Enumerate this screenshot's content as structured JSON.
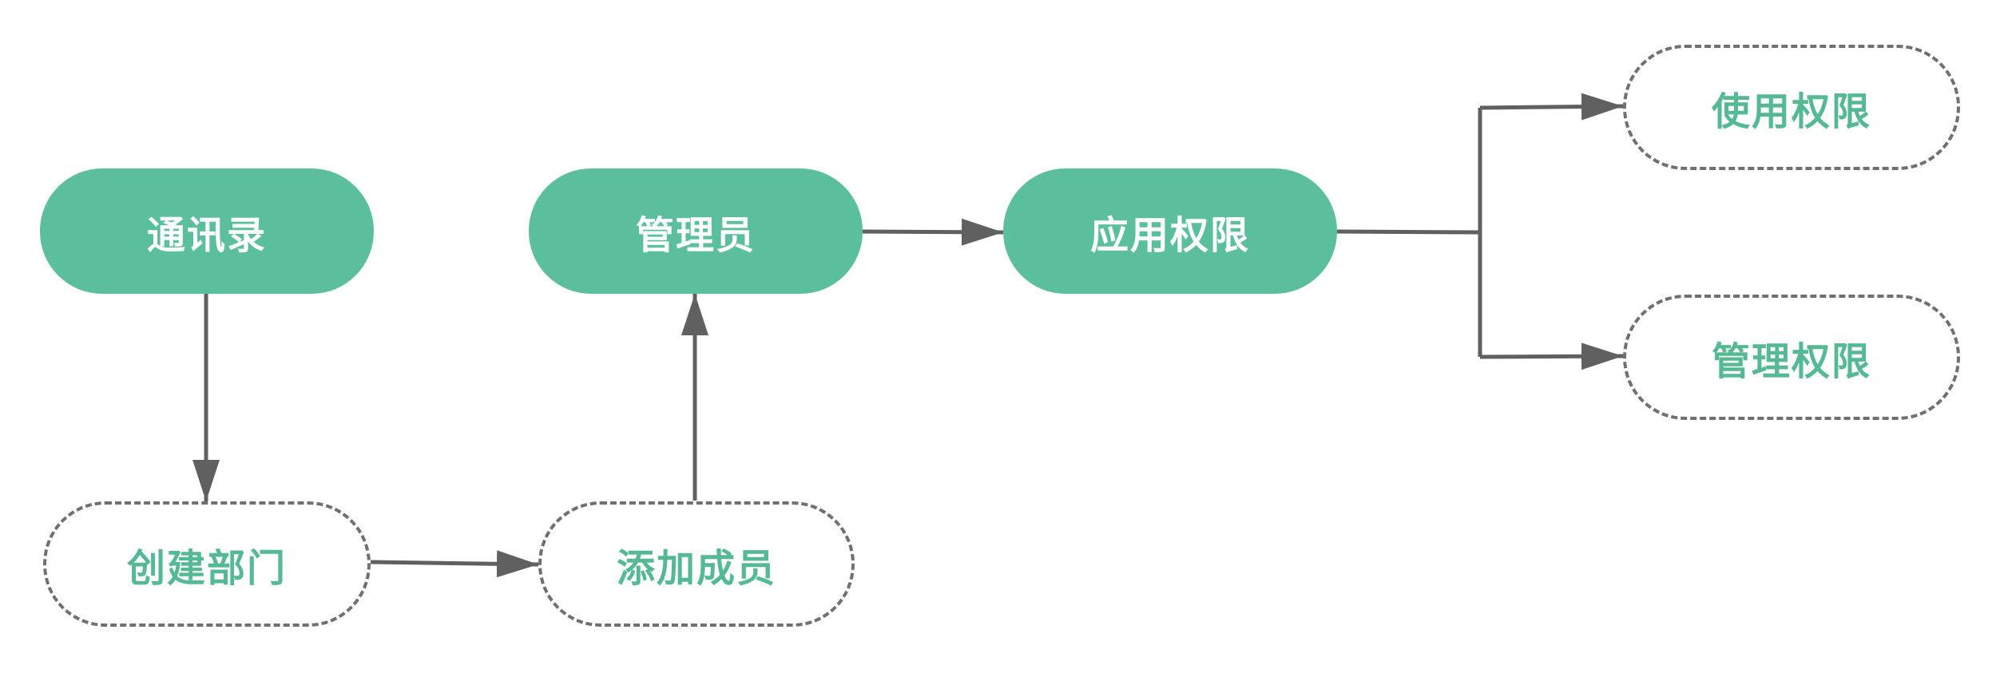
{
  "diagram": {
    "nodes": {
      "contacts": "通讯录",
      "admin": "管理员",
      "app_permission": "应用权限",
      "create_department": "创建部门",
      "add_member": "添加成员",
      "use_permission": "使用权限",
      "manage_permission": "管理权限"
    },
    "colors": {
      "solid_fill": "#5bbf9e",
      "solid_text": "#ffffff",
      "dashed_text": "#55b993",
      "dashed_border": "#707070",
      "arrow": "#606060"
    }
  }
}
